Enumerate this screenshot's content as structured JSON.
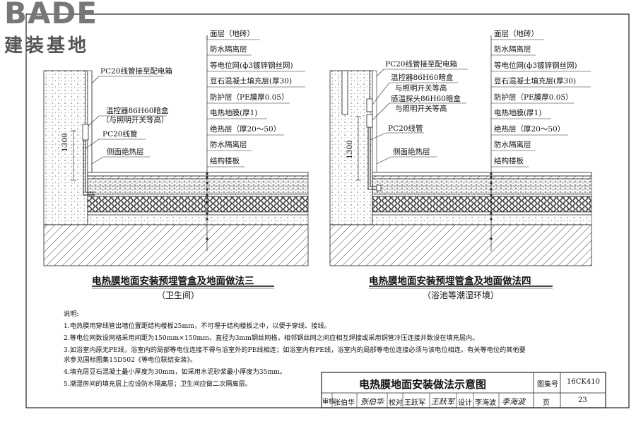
{
  "logo": {
    "top": "BADE",
    "bottom": "建装基地"
  },
  "diagram3": {
    "layers": [
      "面层（地砖）",
      "防水隔离层",
      "等电位网(ф3镀锌钢丝网)",
      "豆石混凝土填充层(厚30)",
      "防护层（PE膜厚0.05）",
      "电热地膜(厚1)",
      "绝热层（厚20～50）",
      "防水隔离层",
      "结构楼板"
    ],
    "pc20_box": "PC20线管接至配电箱",
    "thermo_1": "温控器86H60暗盒",
    "thermo_2": "（与照明开关等高）",
    "pc20": "PC20线管",
    "side_insul": "侧面绝热层",
    "dim": "1300",
    "title": "电热膜地面安装预埋管盒及地面做法三",
    "subtitle": "（卫生间）"
  },
  "diagram4": {
    "layers": [
      "面层（地砖）",
      "防水隔离层",
      "等电位网(ф3镀锌钢丝网)",
      "豆石混凝土填充层(厚30)",
      "防护层（PE膜厚0.05）",
      "电热地膜(厚1)",
      "绝热层（厚20～50）",
      "防水隔离层",
      "结构楼板"
    ],
    "pc20_box": "PC20线管接至配电箱",
    "thermo_1": "温控器86H60暗盒",
    "thermo_2": "与照明开关等高",
    "sensor_1": "感温探头86H60暗盒",
    "sensor_2": "与照明开关等高",
    "pc20": "PC20线管",
    "side_insul": "侧面绝热层",
    "dim": "1300",
    "title": "电热膜地面安装预埋管盒及地面做法四",
    "subtitle": "（浴池等潮湿环境）"
  },
  "notes": {
    "heading": "说明:",
    "items": [
      "1.电热膜用穿线管出墙位置距结构楼板25mm，不可埋于结构楼板之中，以便于穿线、接线。",
      "2.等电位网数设网格采用间距为150mm×150mm、直径为3mm钢丝网格，相邻钢丝网之间应相互焊接或采用铜管冷压连接并数设在填充层内。",
      "3.如浴室内原无PE线，浴室内的局部等电位连接不得与浴室外的PE线相连；如浴室内有PE线，浴室内的局部等电位连接必须与该电位相连。有关等电位的其他要",
      "   求参见国标图集15D502《等电位联结安装》。",
      "4.填充层豆石混凝土最小厚度为30mm，如采用水泥砂浆最小厚度为35mm。",
      "5.潮湿房间的填充层上应设防水隔离层；卫生间应做二次隔离层。"
    ]
  },
  "title_block": {
    "title": "电热膜地面安装做法示意图",
    "atlas_label": "图集号",
    "atlas_no": "16CK410",
    "review_label": "审核",
    "reviewer": "张伯华",
    "review_sig": "张伯华",
    "check_label": "校对",
    "checker": "王跃军",
    "check_sig": "王跃军",
    "design_label": "设计",
    "designer": "李海波",
    "design_sig": "李海波",
    "page_label": "页",
    "page_no": "23"
  }
}
